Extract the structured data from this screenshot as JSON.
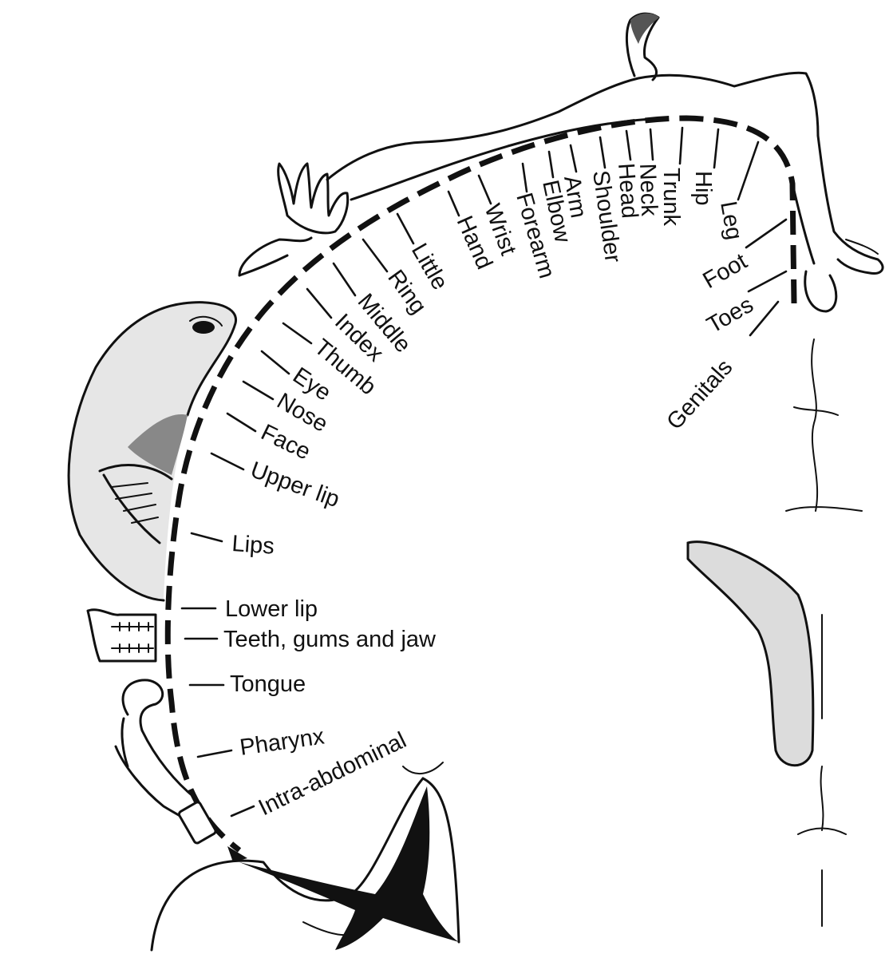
{
  "diagram": {
    "labels": [
      "Genitals",
      "Toes",
      "Foot",
      "Leg",
      "Hip",
      "Trunk",
      "Neck",
      "Head",
      "Shoulder",
      "Arm",
      "Elbow",
      "Forearm",
      "Wrist",
      "Hand",
      "Little",
      "Ring",
      "Middle",
      "Index",
      "Thumb",
      "Eye",
      "Nose",
      "Face",
      "Upper lip",
      "Lips",
      "Lower lip",
      "Teeth, gums and jaw",
      "Tongue",
      "Pharynx",
      "Intra-abdominal"
    ]
  }
}
